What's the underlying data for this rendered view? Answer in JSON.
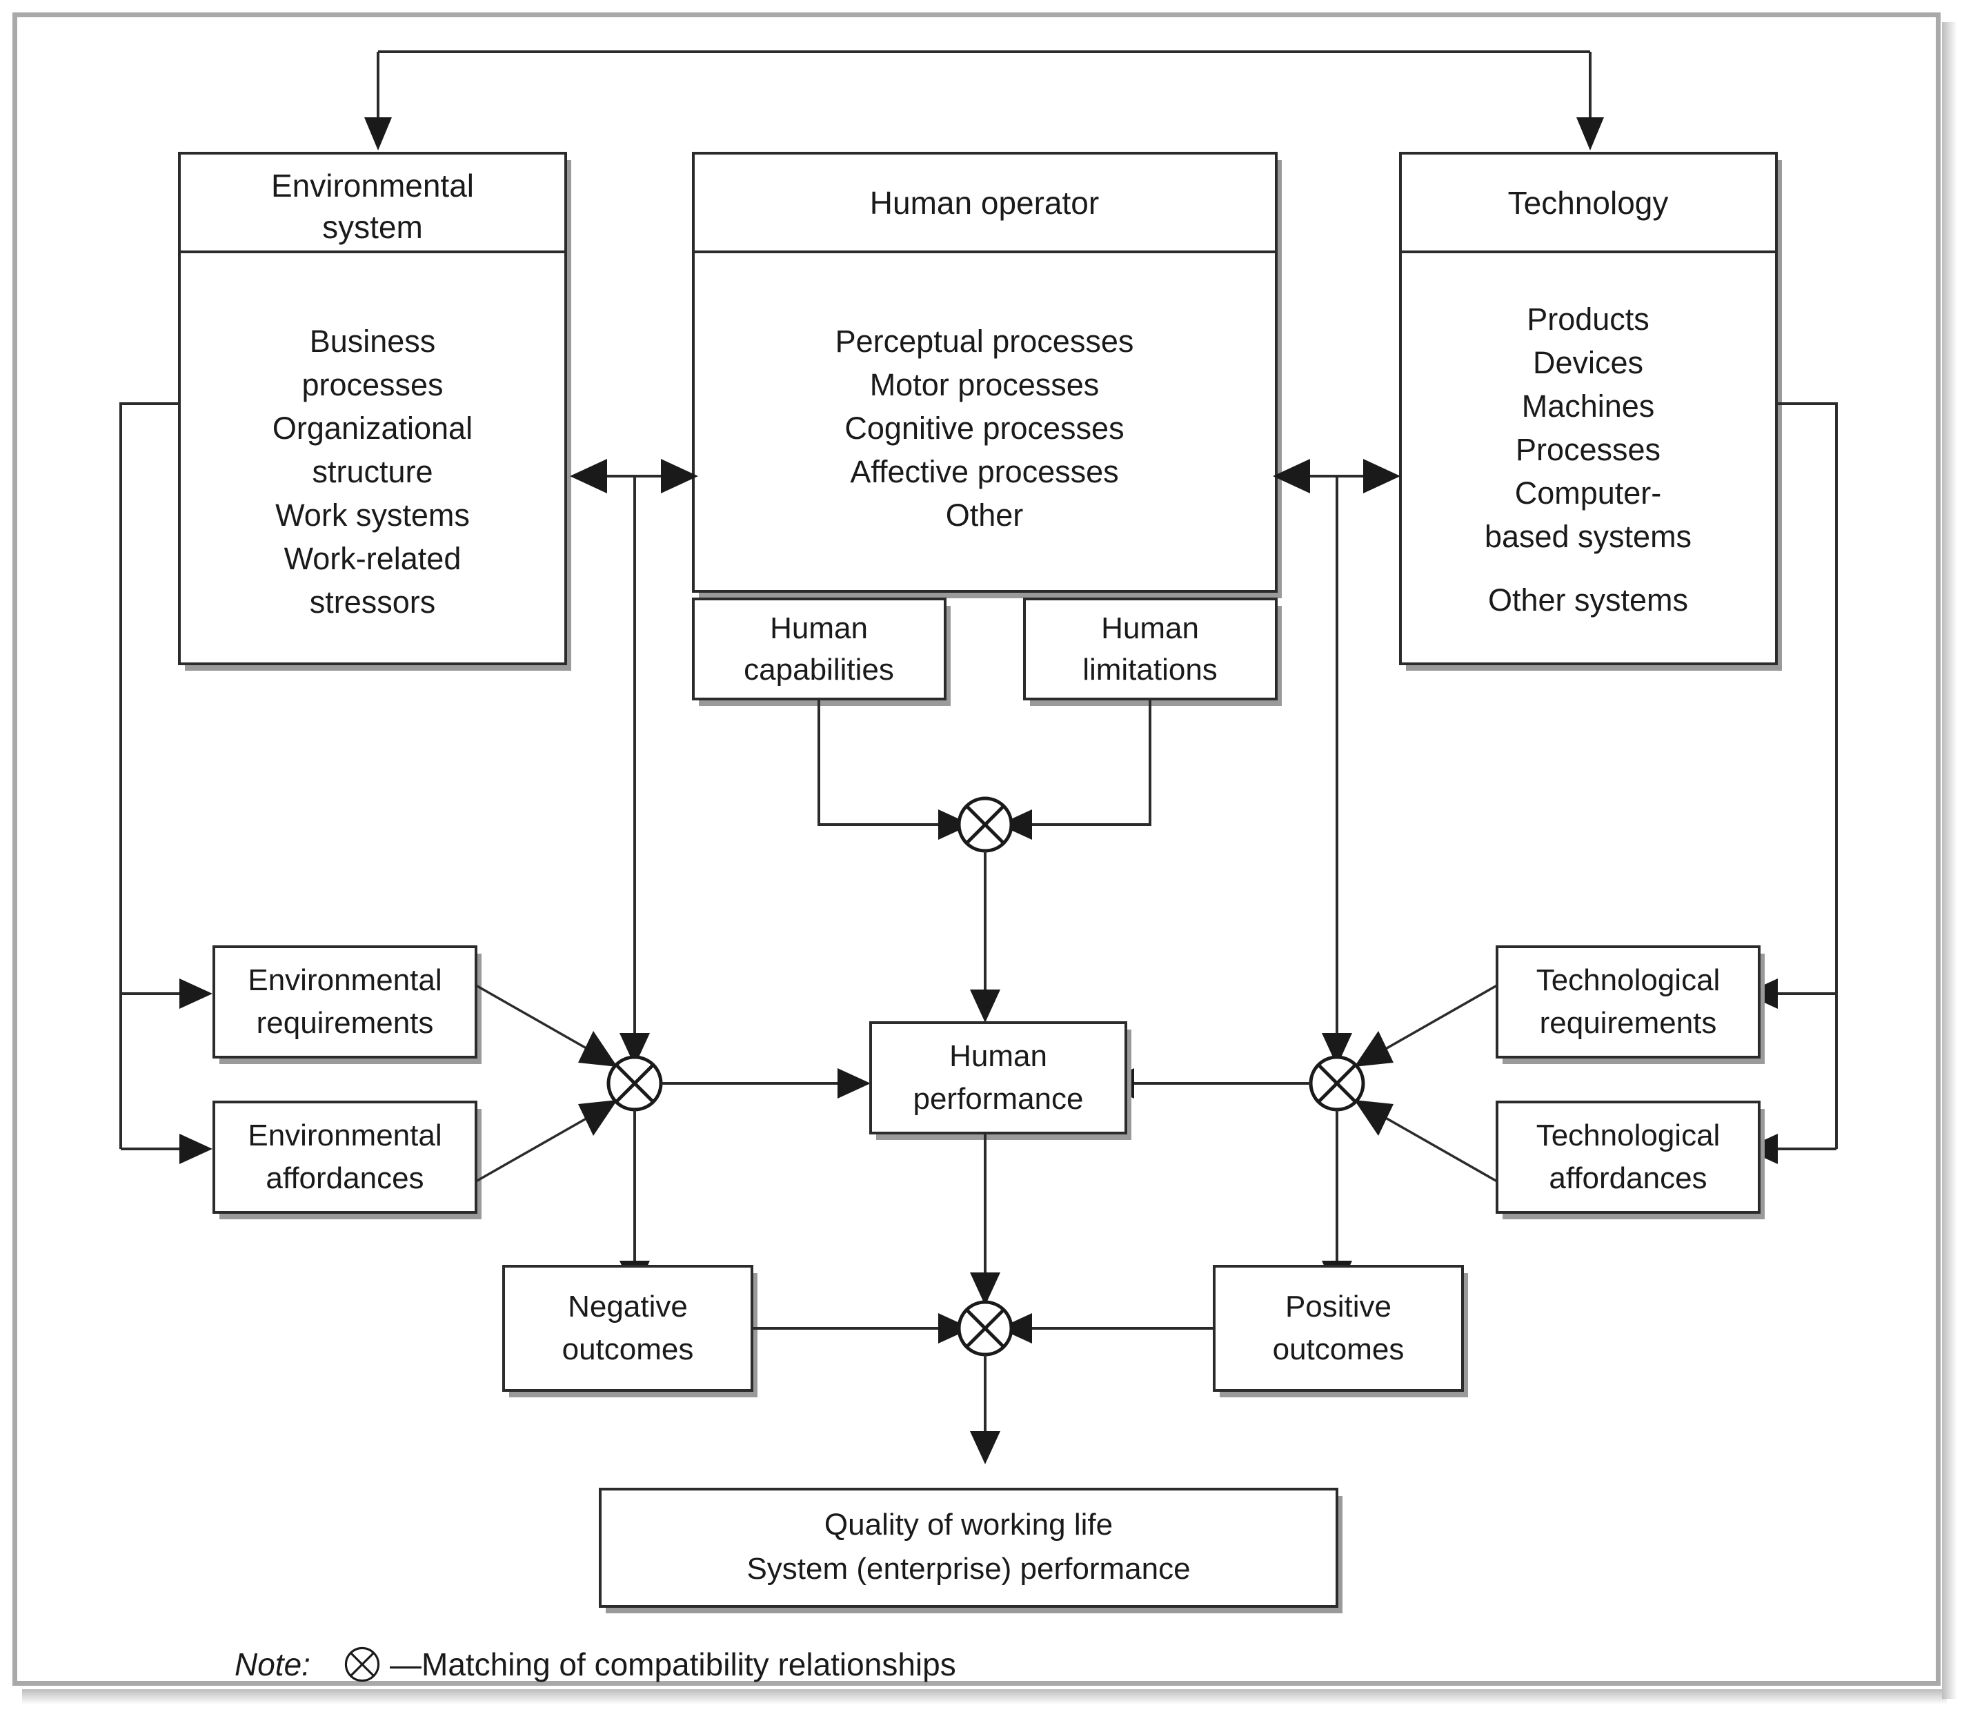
{
  "figure": {
    "type": "block-flow-diagram",
    "title": "Human operator / Environmental system / Technology compatibility model"
  },
  "boxes": {
    "environmental_system": {
      "title": "Environmental system",
      "title_lines": [
        "Environmental",
        "system"
      ],
      "items": [
        "Business",
        "processes",
        "Organizational",
        "structure",
        "Work systems",
        "Work-related",
        "stressors"
      ]
    },
    "human_operator": {
      "title": "Human operator",
      "title_lines": [
        "Human operator"
      ],
      "items": [
        "Perceptual processes",
        "Motor processes",
        "Cognitive processes",
        "Affective processes",
        "Other"
      ]
    },
    "technology": {
      "title": "Technology",
      "title_lines": [
        "Technology"
      ],
      "items": [
        "Products",
        "Devices",
        "Machines",
        "Processes",
        "Computer-",
        "based systems"
      ],
      "items_extra": [
        "Other systems"
      ]
    },
    "human_capabilities": {
      "lines": [
        "Human",
        "capabilities"
      ]
    },
    "human_limitations": {
      "lines": [
        "Human",
        "limitations"
      ]
    },
    "environmental_requirements": {
      "lines": [
        "Environmental",
        "requirements"
      ]
    },
    "environmental_affordances": {
      "lines": [
        "Environmental",
        "affordances"
      ]
    },
    "technological_requirements": {
      "lines": [
        "Technological",
        "requirements"
      ]
    },
    "technological_affordances": {
      "lines": [
        "Technological",
        "affordances"
      ]
    },
    "human_performance": {
      "lines": [
        "Human",
        "performance"
      ]
    },
    "negative_outcomes": {
      "lines": [
        "Negative",
        "outcomes"
      ]
    },
    "positive_outcomes": {
      "lines": [
        "Positive",
        "outcomes"
      ]
    },
    "quality_outcome": {
      "lines": [
        "Quality of working life",
        "System (enterprise) performance"
      ]
    }
  },
  "note": {
    "label": "Note:",
    "symbol_name": "compatibility-matching-icon",
    "text": "—Matching of compatibility relationships"
  },
  "colors": {
    "line": "#2b2b2b",
    "box_fill": "#ffffff",
    "box_shadow": "#9a9a9a",
    "frame": "#a9a9a9",
    "text": "#1a1a1a"
  }
}
